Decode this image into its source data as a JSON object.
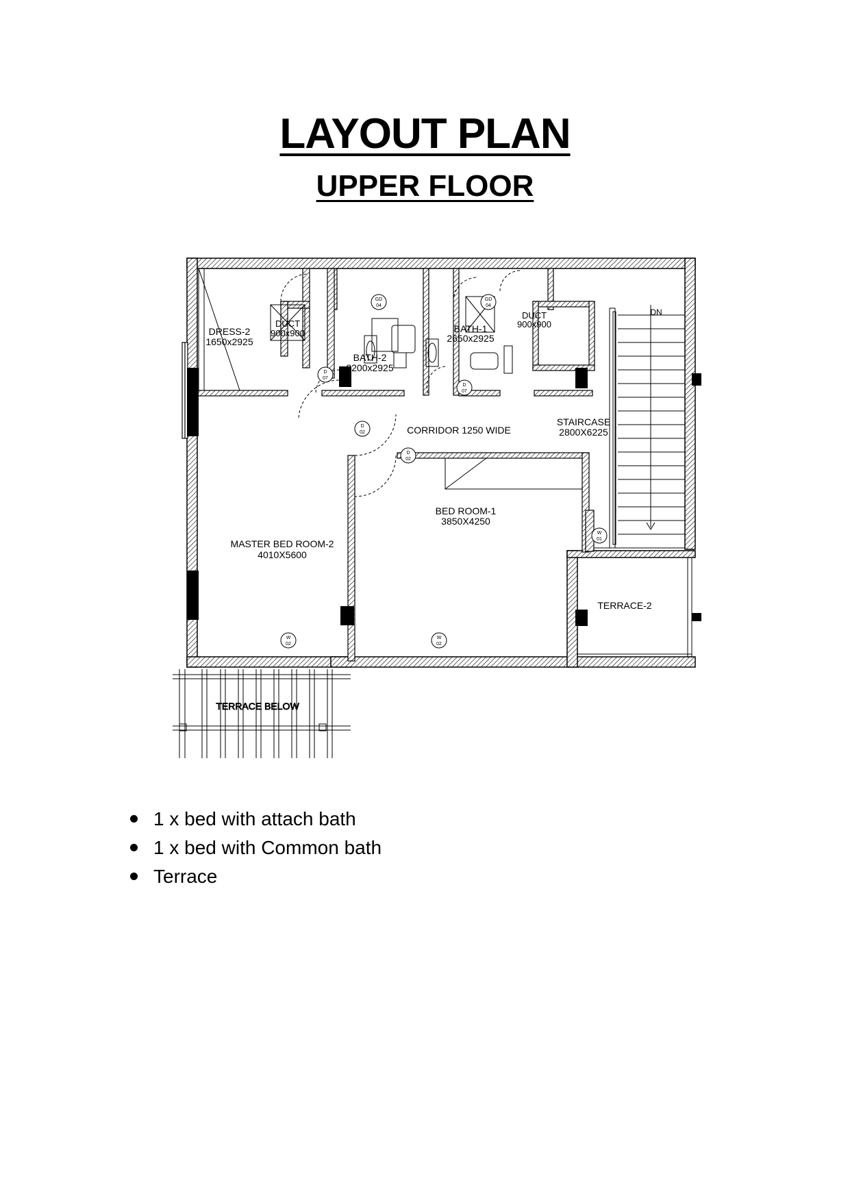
{
  "title": "LAYOUT PLAN",
  "subtitle": "UPPER FLOOR",
  "rooms": {
    "dress2": {
      "name": "DRESS-2",
      "size": "1650x2925"
    },
    "duct_left": {
      "name": "DUCT",
      "size": "900x900"
    },
    "bath2": {
      "name": "BATH-2",
      "size": "2200x2925"
    },
    "bath1": {
      "name": "BATH-1",
      "size": "2650x2925"
    },
    "duct_right": {
      "name": "DUCT",
      "size": "900x900"
    },
    "corridor": {
      "name": "CORRIDOR 1250 WIDE"
    },
    "staircase": {
      "name": "STAIRCASE",
      "size": "2800X6225"
    },
    "bedroom1": {
      "name": "BED ROOM-1",
      "size": "3850X4250"
    },
    "master": {
      "name": "MASTER BED ROOM-2",
      "size": "4010X5600"
    },
    "terrace2": {
      "name": "TERRACE-2"
    },
    "terrace_below": {
      "name": "TERRACE BELOW"
    },
    "stair_dn": "DN"
  },
  "tags": {
    "door_vent": {
      "letter": "GD",
      "number": "04"
    },
    "door_bath": {
      "letter": "D",
      "number": "07"
    },
    "door_room": {
      "letter": "D",
      "number": "02"
    },
    "window_stair": {
      "letter": "W",
      "number": "01"
    },
    "window_room": {
      "letter": "W",
      "number": "02"
    }
  },
  "features": [
    "1 x bed with attach bath",
    "1 x bed with Common bath",
    "Terrace"
  ]
}
